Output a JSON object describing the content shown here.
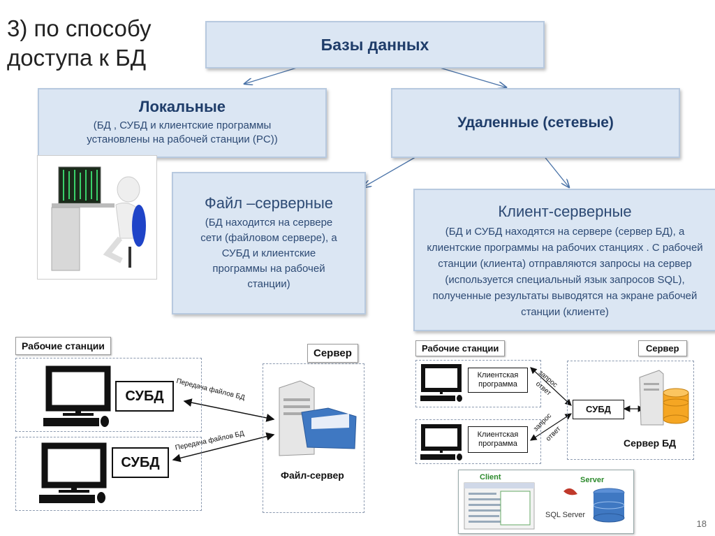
{
  "title": "3) по способу доступа к БД",
  "databases": "Базы данных",
  "local": {
    "head": "Локальные",
    "desc": "(БД , СУБД и клиентские программы установлены на рабочей станции (PC))"
  },
  "remote": {
    "head": "Удаленные (сетевые)"
  },
  "file_server": {
    "head": "Файл –серверные",
    "desc": "(БД находится на сервере сети (файловом сервере), а СУБД и клиентские программы на рабочей станции)"
  },
  "client_server": {
    "head": "Клиент-серверные",
    "desc": "(БД и СУБД находятся на сервере (сервер БД), а клиентские программы на рабочих станциях . С рабочей станции (клиента) отправляются запросы на сервер (используется специальный язык запросов SQL), полученные результаты выводятся на экране рабочей станции (клиенте)"
  },
  "left_diagram": {
    "workstations": "Рабочие станции",
    "server": "Сервер",
    "dbms1": "СУБД",
    "dbms2": "СУБД",
    "transfer1": "Передача файлов БД",
    "transfer2": "Передача файлов БД",
    "file_server": "Файл-сервер"
  },
  "right_diagram": {
    "workstations": "Рабочие станции",
    "server": "Сервер",
    "client1": "Клиентская программа",
    "client2": "Клиентская программа",
    "request1": "запрос",
    "answer1": "ответ",
    "request2": "запрос",
    "answer2": "ответ",
    "dbms": "СУБД",
    "db_server": "Сервер БД"
  },
  "screenshot": {
    "client": "Client",
    "server": "Server",
    "sql_server": "SQL Server"
  },
  "page_number": "18"
}
